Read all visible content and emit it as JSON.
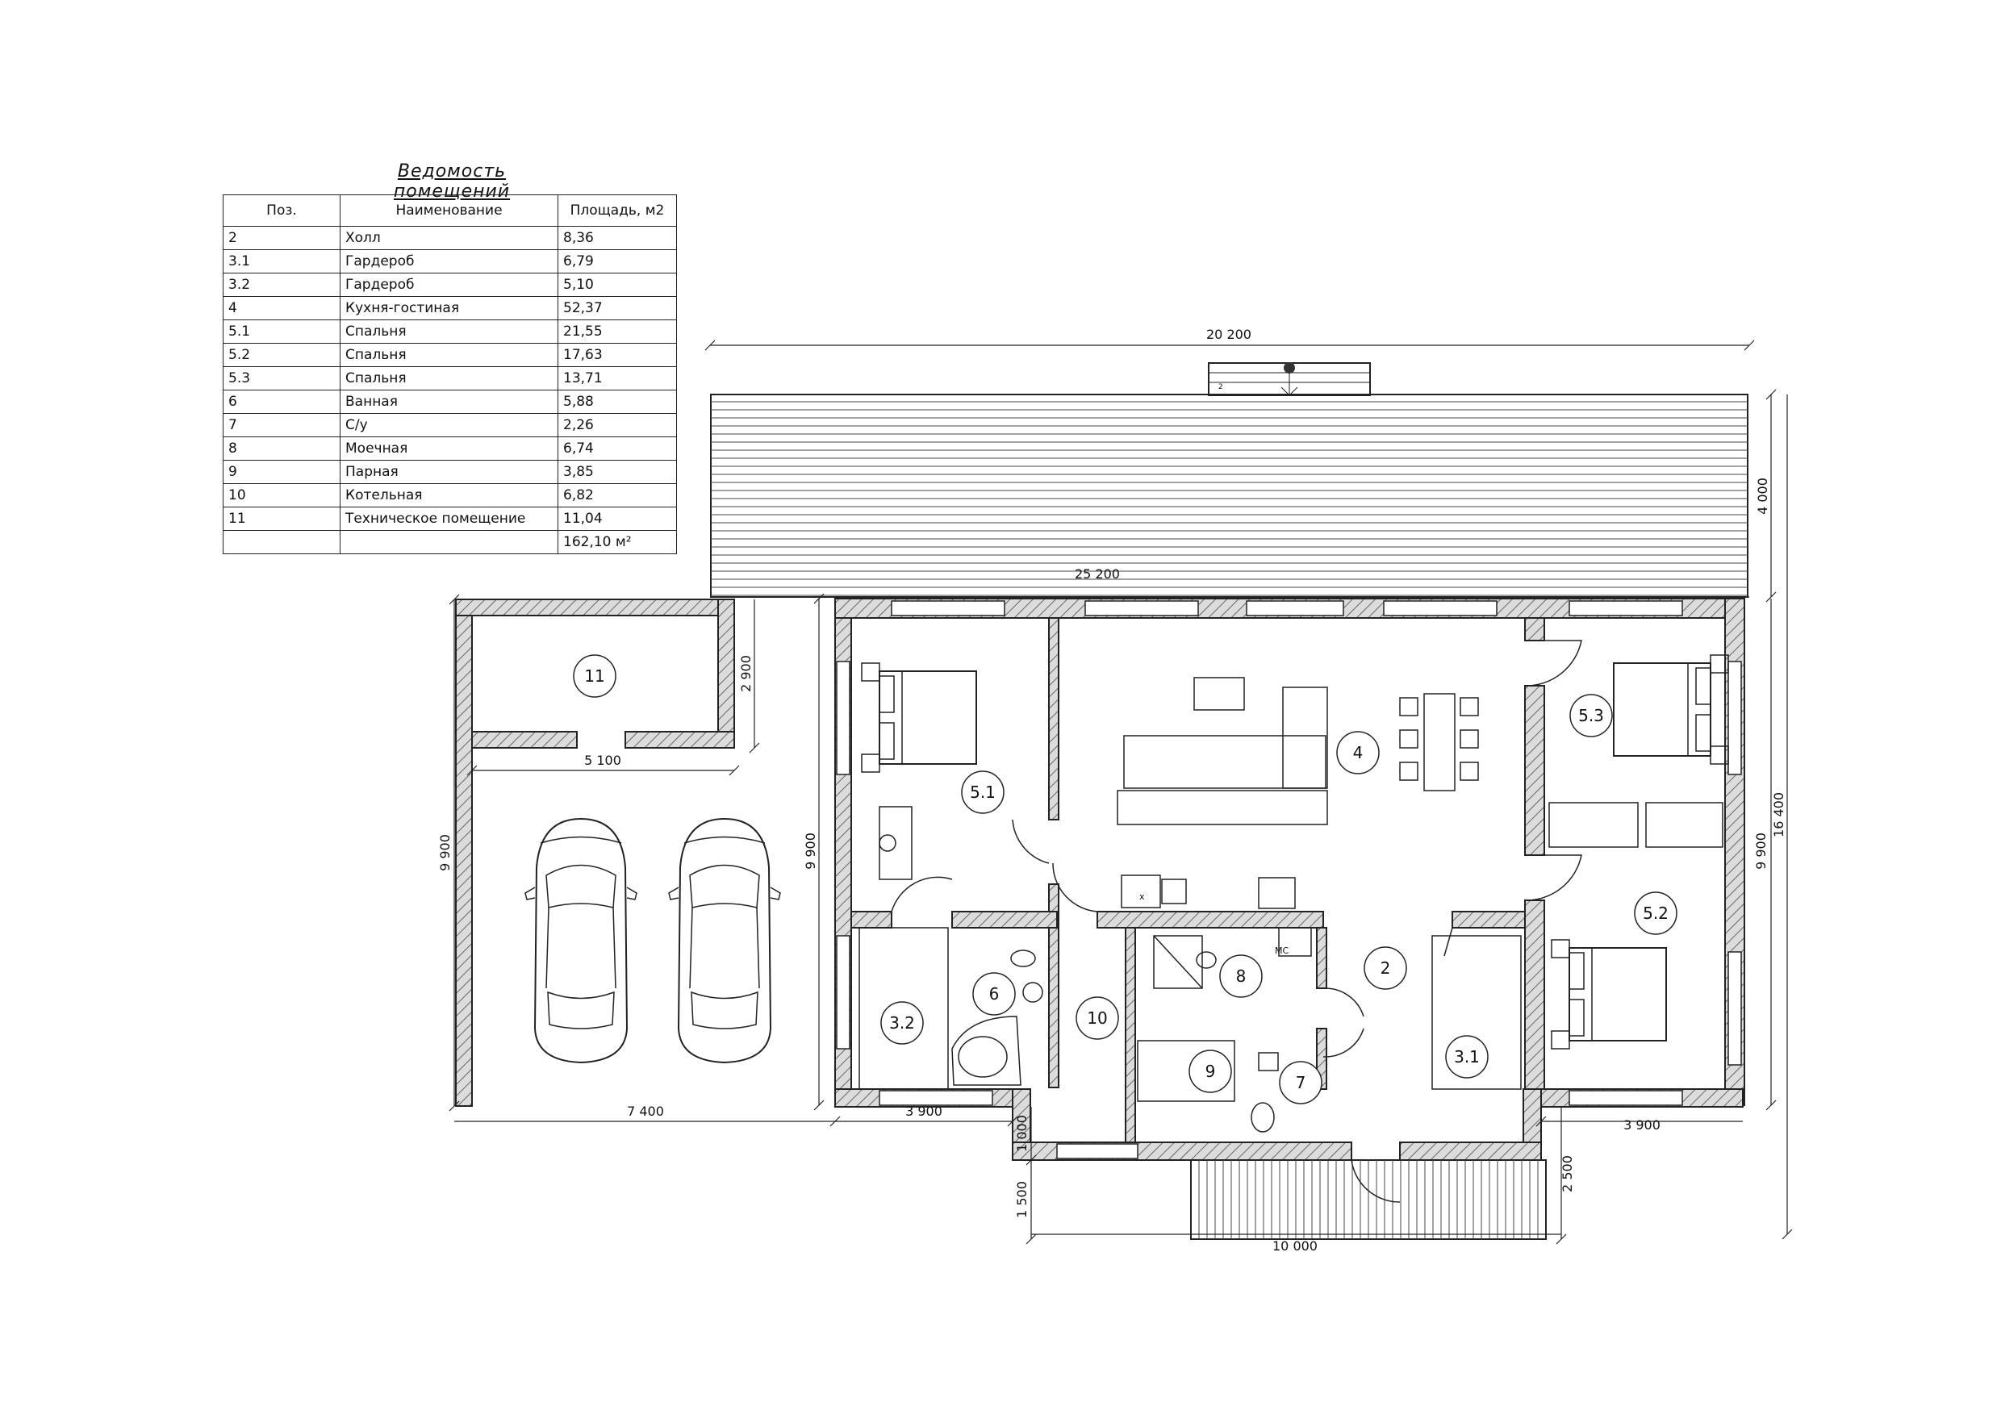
{
  "schedule": {
    "title": "Ведомость помещений",
    "headers": [
      "Поз.",
      "Наименование",
      "Площадь, м2"
    ],
    "rows": [
      {
        "pos": "2",
        "name": "Холл",
        "area": "8,36"
      },
      {
        "pos": "3.1",
        "name": "Гардероб",
        "area": "6,79"
      },
      {
        "pos": "3.2",
        "name": "Гардероб",
        "area": "5,10"
      },
      {
        "pos": "4",
        "name": "Кухня-гостиная",
        "area": "52,37"
      },
      {
        "pos": "5.1",
        "name": "Спальня",
        "area": "21,55"
      },
      {
        "pos": "5.2",
        "name": "Спальня",
        "area": "17,63"
      },
      {
        "pos": "5.3",
        "name": "Спальня",
        "area": "13,71"
      },
      {
        "pos": "6",
        "name": "Ванная",
        "area": "5,88"
      },
      {
        "pos": "7",
        "name": "С/у",
        "area": "2,26"
      },
      {
        "pos": "8",
        "name": "Моечная",
        "area": "6,74"
      },
      {
        "pos": "9",
        "name": "Парная",
        "area": "3,85"
      },
      {
        "pos": "10",
        "name": "Котельная",
        "area": "6,82"
      },
      {
        "pos": "11",
        "name": "Техническое помещение",
        "area": "11,04"
      }
    ],
    "total": "162,10 м²"
  },
  "dimensions": {
    "top_overall": "20 200",
    "terrace_width": "25 200",
    "terrace_depth": "4 000",
    "overall_height": "16 400",
    "right_wing": "9 900",
    "left_wing": "9 900",
    "garage_height": "9 900",
    "tech_room_height": "2 900",
    "tech_room_width": "5 100",
    "garage_width": "7 400",
    "left_bedroom_width": "3 900",
    "right_bedroom_width": "3 900",
    "porch_offset": "1 000",
    "porch_depth": "1 500",
    "porch_right": "2 500",
    "porch_width": "10 000"
  },
  "room_tags": {
    "r11": "11",
    "r51": "5.1",
    "r4": "4",
    "r53": "5.3",
    "r52": "5.2",
    "r32": "3.2",
    "r6": "6",
    "r10": "10",
    "r8": "8",
    "r2": "2",
    "r31": "3.1",
    "r9": "9",
    "r7": "7"
  },
  "fixtures": {
    "boiler_mark": "x",
    "washing_mark": "МС",
    "stair_mark": "2"
  },
  "colors": {
    "line": "#111111",
    "wall_fill": "#d9d9d9",
    "hatch": "#555555"
  }
}
